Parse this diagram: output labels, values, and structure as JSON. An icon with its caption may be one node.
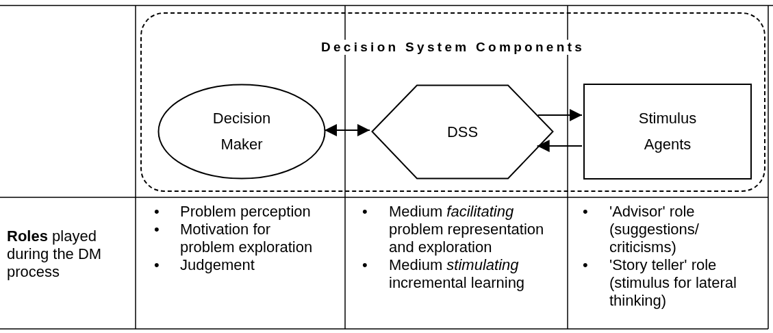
{
  "diagram": {
    "nodes": [
      {
        "text": [
          "Decision System Components"
        ]
      },
      {
        "text": [
          "Decision Maker"
        ],
        "in": 0
      },
      {
        "text": [
          "DSS"
        ],
        "in": 0
      },
      {
        "text": [
          "Stimulus Agents"
        ],
        "in": 0
      }
    ],
    "edges": [
      {
        "from": 1,
        "to": 2,
        "arrow": "both"
      },
      {
        "from": 2,
        "to": 3,
        "arrow": "to"
      },
      {
        "from": 3,
        "to": 2,
        "arrow": "to"
      }
    ],
    "labels": [
      "**Roles** played during the DM process",
      "•",
      "Problem perception",
      "•",
      "Motivation for problem exploration",
      "•",
      "Judgement",
      "•",
      "Medium *facilitating* problem representation and exploration",
      "•",
      "Medium *stimulating* incremental learning",
      "•",
      "'Advisor' role (suggestions/ criticisms)",
      "•",
      "'Story teller' role (stimulus for lateral thinking)"
    ]
  }
}
